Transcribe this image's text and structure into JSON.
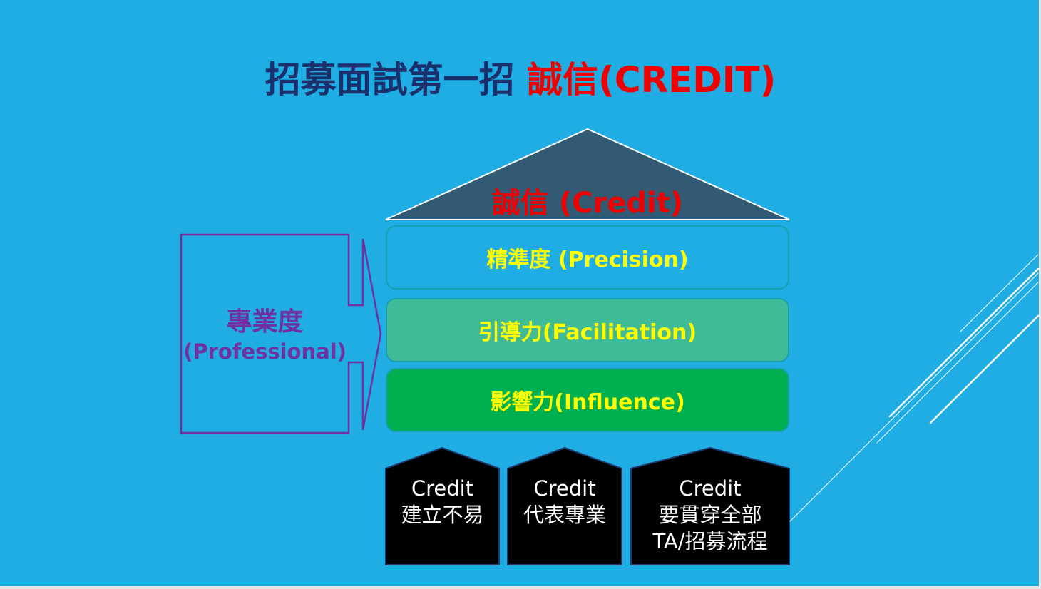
{
  "title": {
    "main": "招募面試第一招",
    "accent": "誠信(CREDIT)"
  },
  "roof": {
    "label": "誠信 (Credit)"
  },
  "layers": [
    {
      "label": "精準度 (Precision)",
      "color": "#1fade3"
    },
    {
      "label": "引導力(Facilitation)",
      "color": "#40bb98"
    },
    {
      "label": "影響力(Influence)",
      "color": "#00b050"
    }
  ],
  "side": {
    "line1": "專業度",
    "line2": "(Professional)",
    "color": "#7030a0"
  },
  "pillars": [
    {
      "line1": "Credit",
      "line2": "建立不易",
      "line3": ""
    },
    {
      "line1": "Credit",
      "line2": "代表專業",
      "line3": ""
    },
    {
      "line1": "Credit",
      "line2": "要貫穿全部",
      "line3": "TA/招募流程"
    }
  ]
}
